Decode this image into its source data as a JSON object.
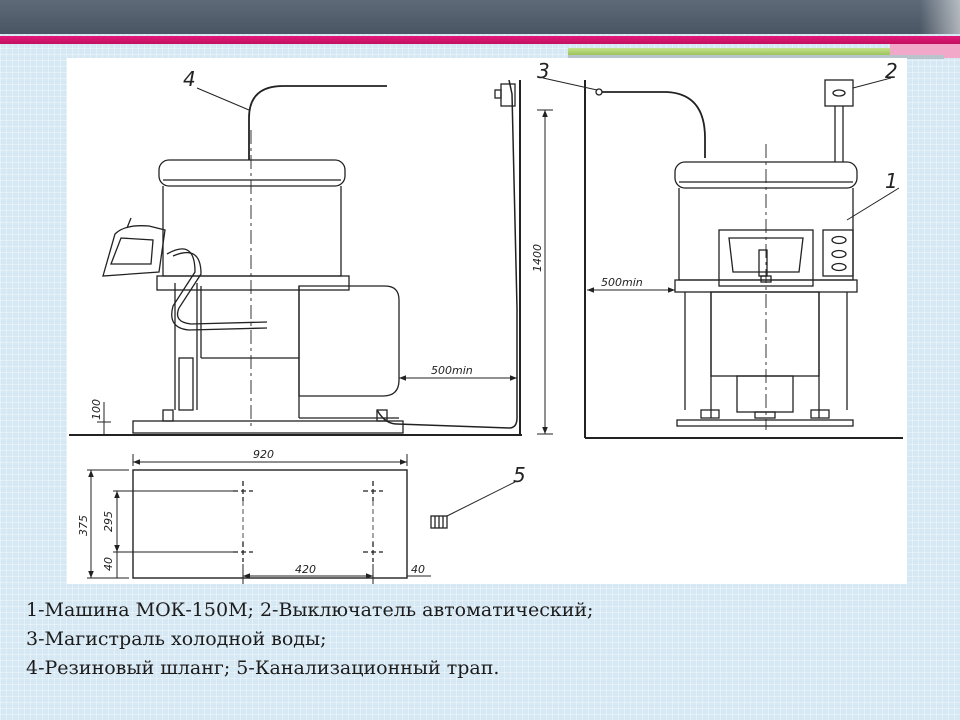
{
  "figure": {
    "labels": {
      "l1": "1",
      "l2": "2",
      "l3": "3",
      "l4": "4",
      "l5": "5"
    },
    "dimensions": {
      "d100": "100",
      "d500_left": "500min",
      "d1400": "1400",
      "d500_right": "500min",
      "d920": "920",
      "d375": "375",
      "d295": "295",
      "d40_left": "40",
      "d420": "420",
      "d40_right": "40"
    }
  },
  "caption": {
    "lines": [
      "1-Машина МОК-150М; 2-Выключатель автоматический;",
      "3-Магистраль холодной воды;",
      "4-Резиновый шланг;  5-Канализационный трап."
    ]
  },
  "colors": {
    "top_bar": "#4f5a68",
    "accent_pink": "#d6146c",
    "accent_green": "#a8cf68",
    "background": "#d6e8f3"
  }
}
